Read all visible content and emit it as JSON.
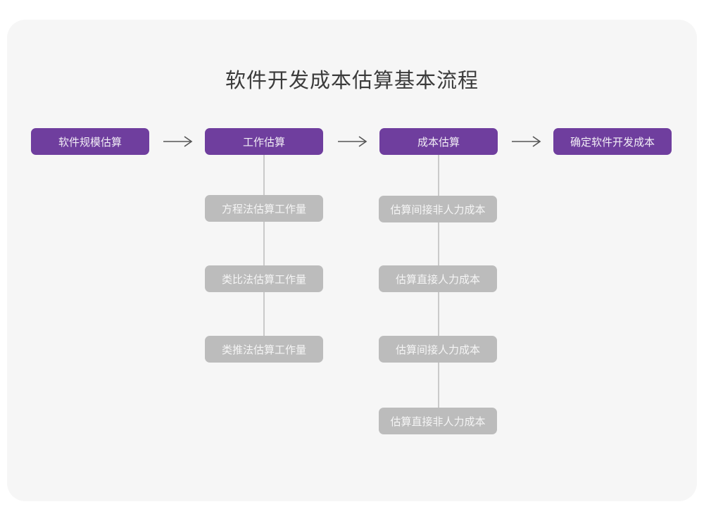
{
  "diagram": {
    "title": "软件开发成本估算基本流程",
    "colors": {
      "primary": "#6f3e9e",
      "secondary": "#bcbcbc",
      "panel_bg": "#f6f6f6",
      "page_bg": "#ffffff",
      "connector": "#cacaca",
      "arrow": "#555555",
      "title_text": "#3b3b3b"
    },
    "main_flow": [
      {
        "label": "软件规模估算"
      },
      {
        "label": "工作估算"
      },
      {
        "label": "成本估算"
      },
      {
        "label": "确定软件开发成本"
      }
    ],
    "arrows": [
      {
        "name": "arrow-1",
        "from": "软件规模估算",
        "to": "工作估算"
      },
      {
        "name": "arrow-2",
        "from": "工作估算",
        "to": "成本估算"
      },
      {
        "name": "arrow-3",
        "from": "成本估算",
        "to": "确定软件开发成本"
      }
    ],
    "branches": [
      {
        "parent": "工作估算",
        "items": [
          {
            "label": "方程法估算工作量"
          },
          {
            "label": "类比法估算工作量"
          },
          {
            "label": "类推法估算工作量"
          }
        ]
      },
      {
        "parent": "成本估算",
        "items": [
          {
            "label": "估算间接非人力成本"
          },
          {
            "label": "估算直接人力成本"
          },
          {
            "label": "估算间接人力成本"
          },
          {
            "label": "估算直接非人力成本"
          }
        ]
      }
    ]
  }
}
